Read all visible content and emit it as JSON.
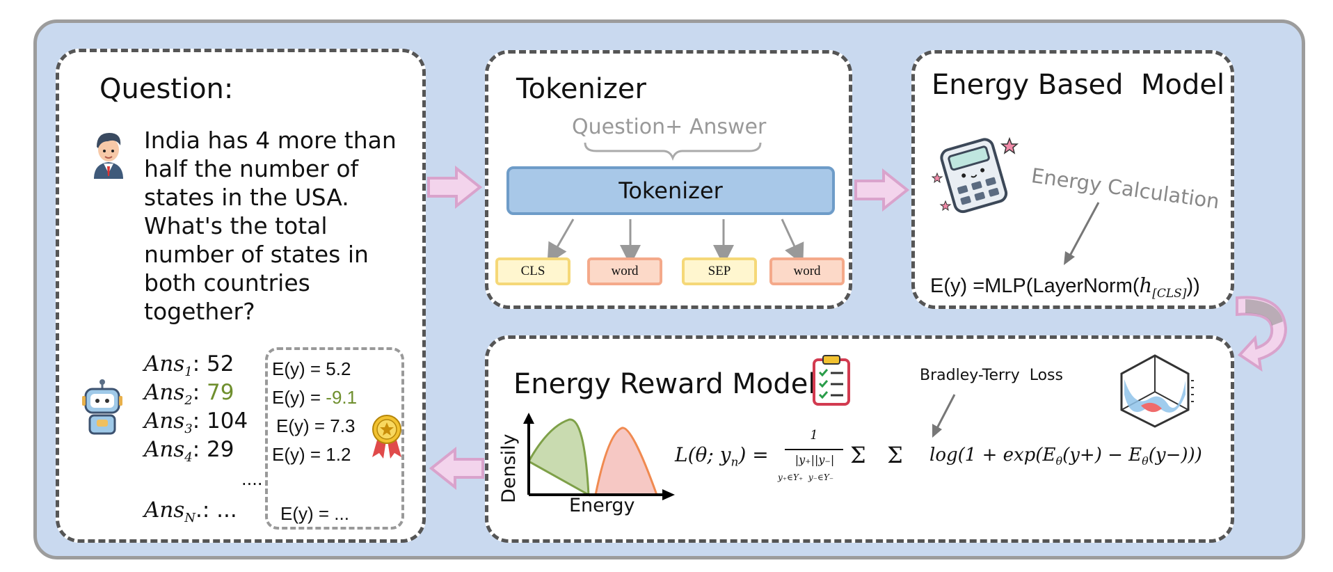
{
  "question_panel": {
    "title": "Question:",
    "question_lines": [
      "India has 4 more than",
      "half the number of",
      "states in the USA.",
      "What's the total",
      "number of states in",
      "both countries",
      "together?"
    ],
    "answers": [
      {
        "name": "Ans",
        "sub": "1",
        "value": "52",
        "energy": "E(y) = 5.2"
      },
      {
        "name": "Ans",
        "sub": "2",
        "value": "79",
        "energy_prefix": "E(y) = ",
        "energy_value": "-9.1"
      },
      {
        "name": "Ans",
        "sub": "3",
        "value": "104",
        "energy": "E(y) = 7.3"
      },
      {
        "name": "Ans",
        "sub": "4",
        "value": "29",
        "energy": "E(y) = 1.2"
      }
    ],
    "ellipsis": "....",
    "last_answer": {
      "name": "Ans",
      "sub": "N",
      "suffix": ".: ...",
      "energy": "E(y) = ..."
    },
    "highlight_color": "#6f8f2e"
  },
  "tokenizer_panel": {
    "title": "Tokenizer",
    "input_label": "Question+ Answer",
    "block_label": "Tokenizer",
    "tokens": [
      "CLS",
      "word",
      "SEP",
      "word"
    ]
  },
  "ebm_panel": {
    "title": "Energy Based  Model",
    "annotation": "Energy Calculation",
    "formula_prefix": "E(y) =MLP(LayerNorm(",
    "formula_h": "h",
    "formula_sub": "[CLS]",
    "formula_suffix": "))"
  },
  "reward_panel": {
    "title": "Energy Reward Model",
    "loss_label": "Bradley-Terry  Loss",
    "y_axis": "Densily",
    "x_axis": "Energy",
    "loss_lhs": "L(θ; y",
    "loss_lhs_sub": "n",
    "loss_lhs_end": ") =",
    "frac_num": "1",
    "frac_den": "|y₊||y₋|",
    "sum_sub": "y₊∈Y₊  y₋∈Y₋",
    "sigma": "Σ   Σ",
    "loss_rhs": "log(1 + exp(E",
    "loss_rhs_sub1": "θ",
    "loss_rhs_mid": "(y+) − E",
    "loss_rhs_sub2": "θ",
    "loss_rhs_end": "(y−)))"
  },
  "colors": {
    "background": "#c9d9ef",
    "arrow_pink": "#e6b8dc",
    "tokenizer_block": "#a8c8e8",
    "token_yellow": "#fff6cf",
    "token_orange": "#fcd9c8",
    "density_green": "#c9dbb0",
    "density_red": "#f6c8c4"
  }
}
